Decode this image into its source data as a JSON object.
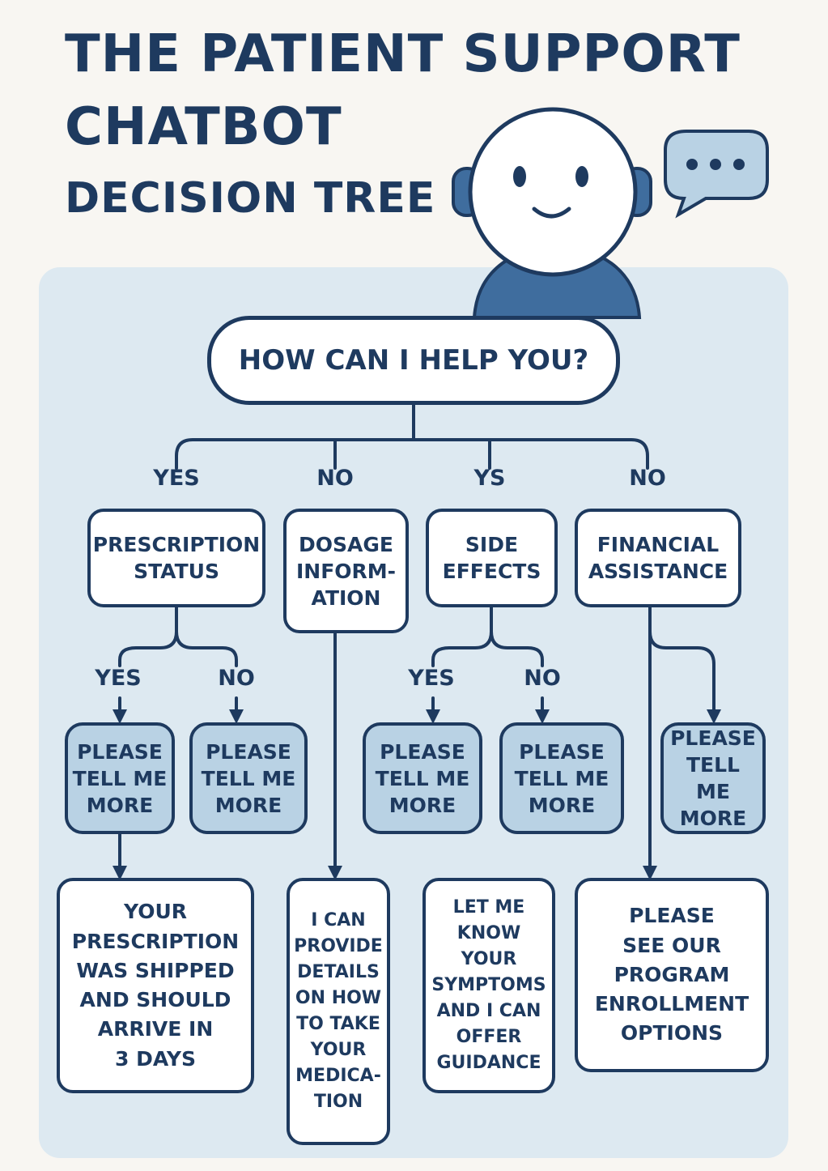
{
  "title": {
    "line1": "THE PATIENT SUPPORT",
    "line2": "CHATBOT",
    "line3": "DECISION TREE"
  },
  "icons": [
    "robot-avatar-icon",
    "chat-bubble-icon"
  ],
  "colors": {
    "background": "#f8f6f2",
    "panel": "#dde9f1",
    "navy": "#1e3a5f",
    "accent_blue": "#3f6d9e",
    "more_fill": "#b9d2e4"
  },
  "root": {
    "label": "HOW CAN I HELP YOU?"
  },
  "branch_labels": [
    "YES",
    "NO",
    "YS",
    "NO"
  ],
  "categories": [
    {
      "label": "PRESCRIPTION\nSTATUS"
    },
    {
      "label": "DOSAGE\nINFORM-\nATION"
    },
    {
      "label": "SIDE\nEFFECTS"
    },
    {
      "label": "FINANCIAL\nASSISTANCE"
    }
  ],
  "sub_labels": [
    "YES",
    "NO",
    "YES",
    "NO"
  ],
  "more_boxes": [
    {
      "label": "PLEASE\nTELL ME\nMORE"
    },
    {
      "label": "PLEASE\nTELL ME\nMORE"
    },
    {
      "label": "PLEASE\nTELL ME\nMORE"
    },
    {
      "label": "PLEASE\nTELL ME\nMORE"
    },
    {
      "label": "PLEASE\nTELL ME\nMORE"
    }
  ],
  "answers": [
    {
      "label": "YOUR\nPRESCRIPTION\nWAS SHIPPED\nAND SHOULD\nARRIVE IN\n3 DAYS"
    },
    {
      "label": "I CAN\nPROVIDE\nDETAILS\nON HOW\nTO TAKE\nYOUR\nMEDICA-\nTION"
    },
    {
      "label": "LET ME\nKNOW YOUR\nSYMPTOMS\nAND I CAN\nOFFER\nGUIDANCE"
    },
    {
      "label": "PLEASE\nSEE OUR\nPROGRAM\nENROLLMENT\nOPTIONS"
    }
  ]
}
